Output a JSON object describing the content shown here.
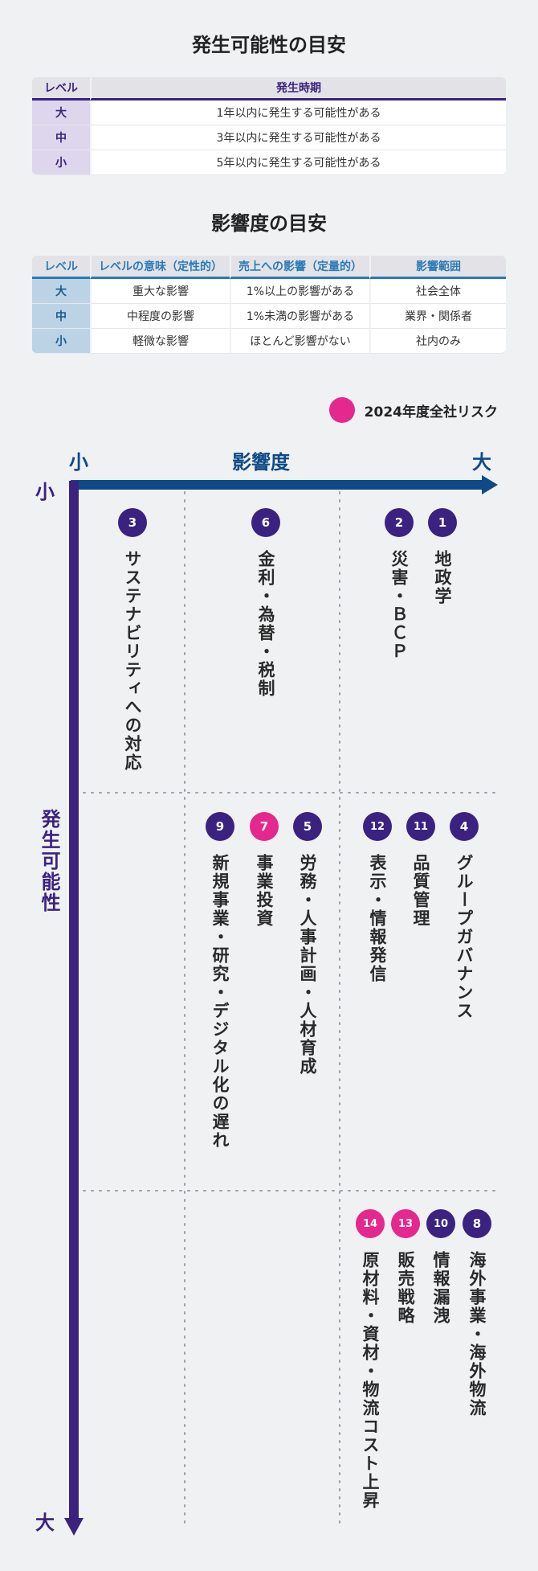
{
  "occurrence_section": {
    "title": "発生可能性の目安",
    "headers": [
      "レベル",
      "発生時期"
    ],
    "rows": [
      {
        "level": "大",
        "timing": "1年以内に発生する可能性がある"
      },
      {
        "level": "中",
        "timing": "3年以内に発生する可能性がある"
      },
      {
        "level": "小",
        "timing": "5年以内に発生する可能性がある"
      }
    ]
  },
  "impact_section": {
    "title": "影響度の目安",
    "headers": [
      "レベル",
      "レベルの意味（定性的）",
      "売上への影響（定量的）",
      "影響範囲"
    ],
    "rows": [
      {
        "level": "大",
        "meaning": "重大な影響",
        "sales": "1%以上の影響がある",
        "scope": "社会全体"
      },
      {
        "level": "中",
        "meaning": "中程度の影響",
        "sales": "1%未満の影響がある",
        "scope": "業界・関係者"
      },
      {
        "level": "小",
        "meaning": "軽微な影響",
        "sales": "ほとんど影響がない",
        "scope": "社内のみ"
      }
    ]
  },
  "legend": {
    "label": "2024年度全社リスク",
    "color": "#e5288d"
  },
  "map": {
    "x_axis": {
      "title": "影響度",
      "low": "小",
      "high": "大"
    },
    "y_axis": {
      "title": "発生可能性",
      "low": "小",
      "high": "大"
    },
    "colors": {
      "default": "#3b2280",
      "highlight": "#e5288d"
    },
    "risks": [
      {
        "num": "3",
        "label": "サステナビリティへの対応",
        "highlight": false
      },
      {
        "num": "6",
        "label": "金利・為替・税制",
        "highlight": false
      },
      {
        "num": "2",
        "label": "災害・ＢＣＰ",
        "highlight": false
      },
      {
        "num": "1",
        "label": "地政学",
        "highlight": false
      },
      {
        "num": "9",
        "label": "新規事業・研究・デジタル化の遅れ",
        "highlight": false
      },
      {
        "num": "7",
        "label": "事業投資",
        "highlight": true
      },
      {
        "num": "5",
        "label": "労務・人事計画・人材育成",
        "highlight": false
      },
      {
        "num": "12",
        "label": "表示・情報発信",
        "highlight": false
      },
      {
        "num": "11",
        "label": "品質管理",
        "highlight": false
      },
      {
        "num": "4",
        "label": "グループガバナンス",
        "highlight": false
      },
      {
        "num": "14",
        "label": "原材料・資材・物流コスト上昇",
        "highlight": true
      },
      {
        "num": "13",
        "label": "販売戦略",
        "highlight": true
      },
      {
        "num": "10",
        "label": "情報漏洩",
        "highlight": false
      },
      {
        "num": "8",
        "label": "海外事業・海外物流",
        "highlight": false
      }
    ]
  }
}
